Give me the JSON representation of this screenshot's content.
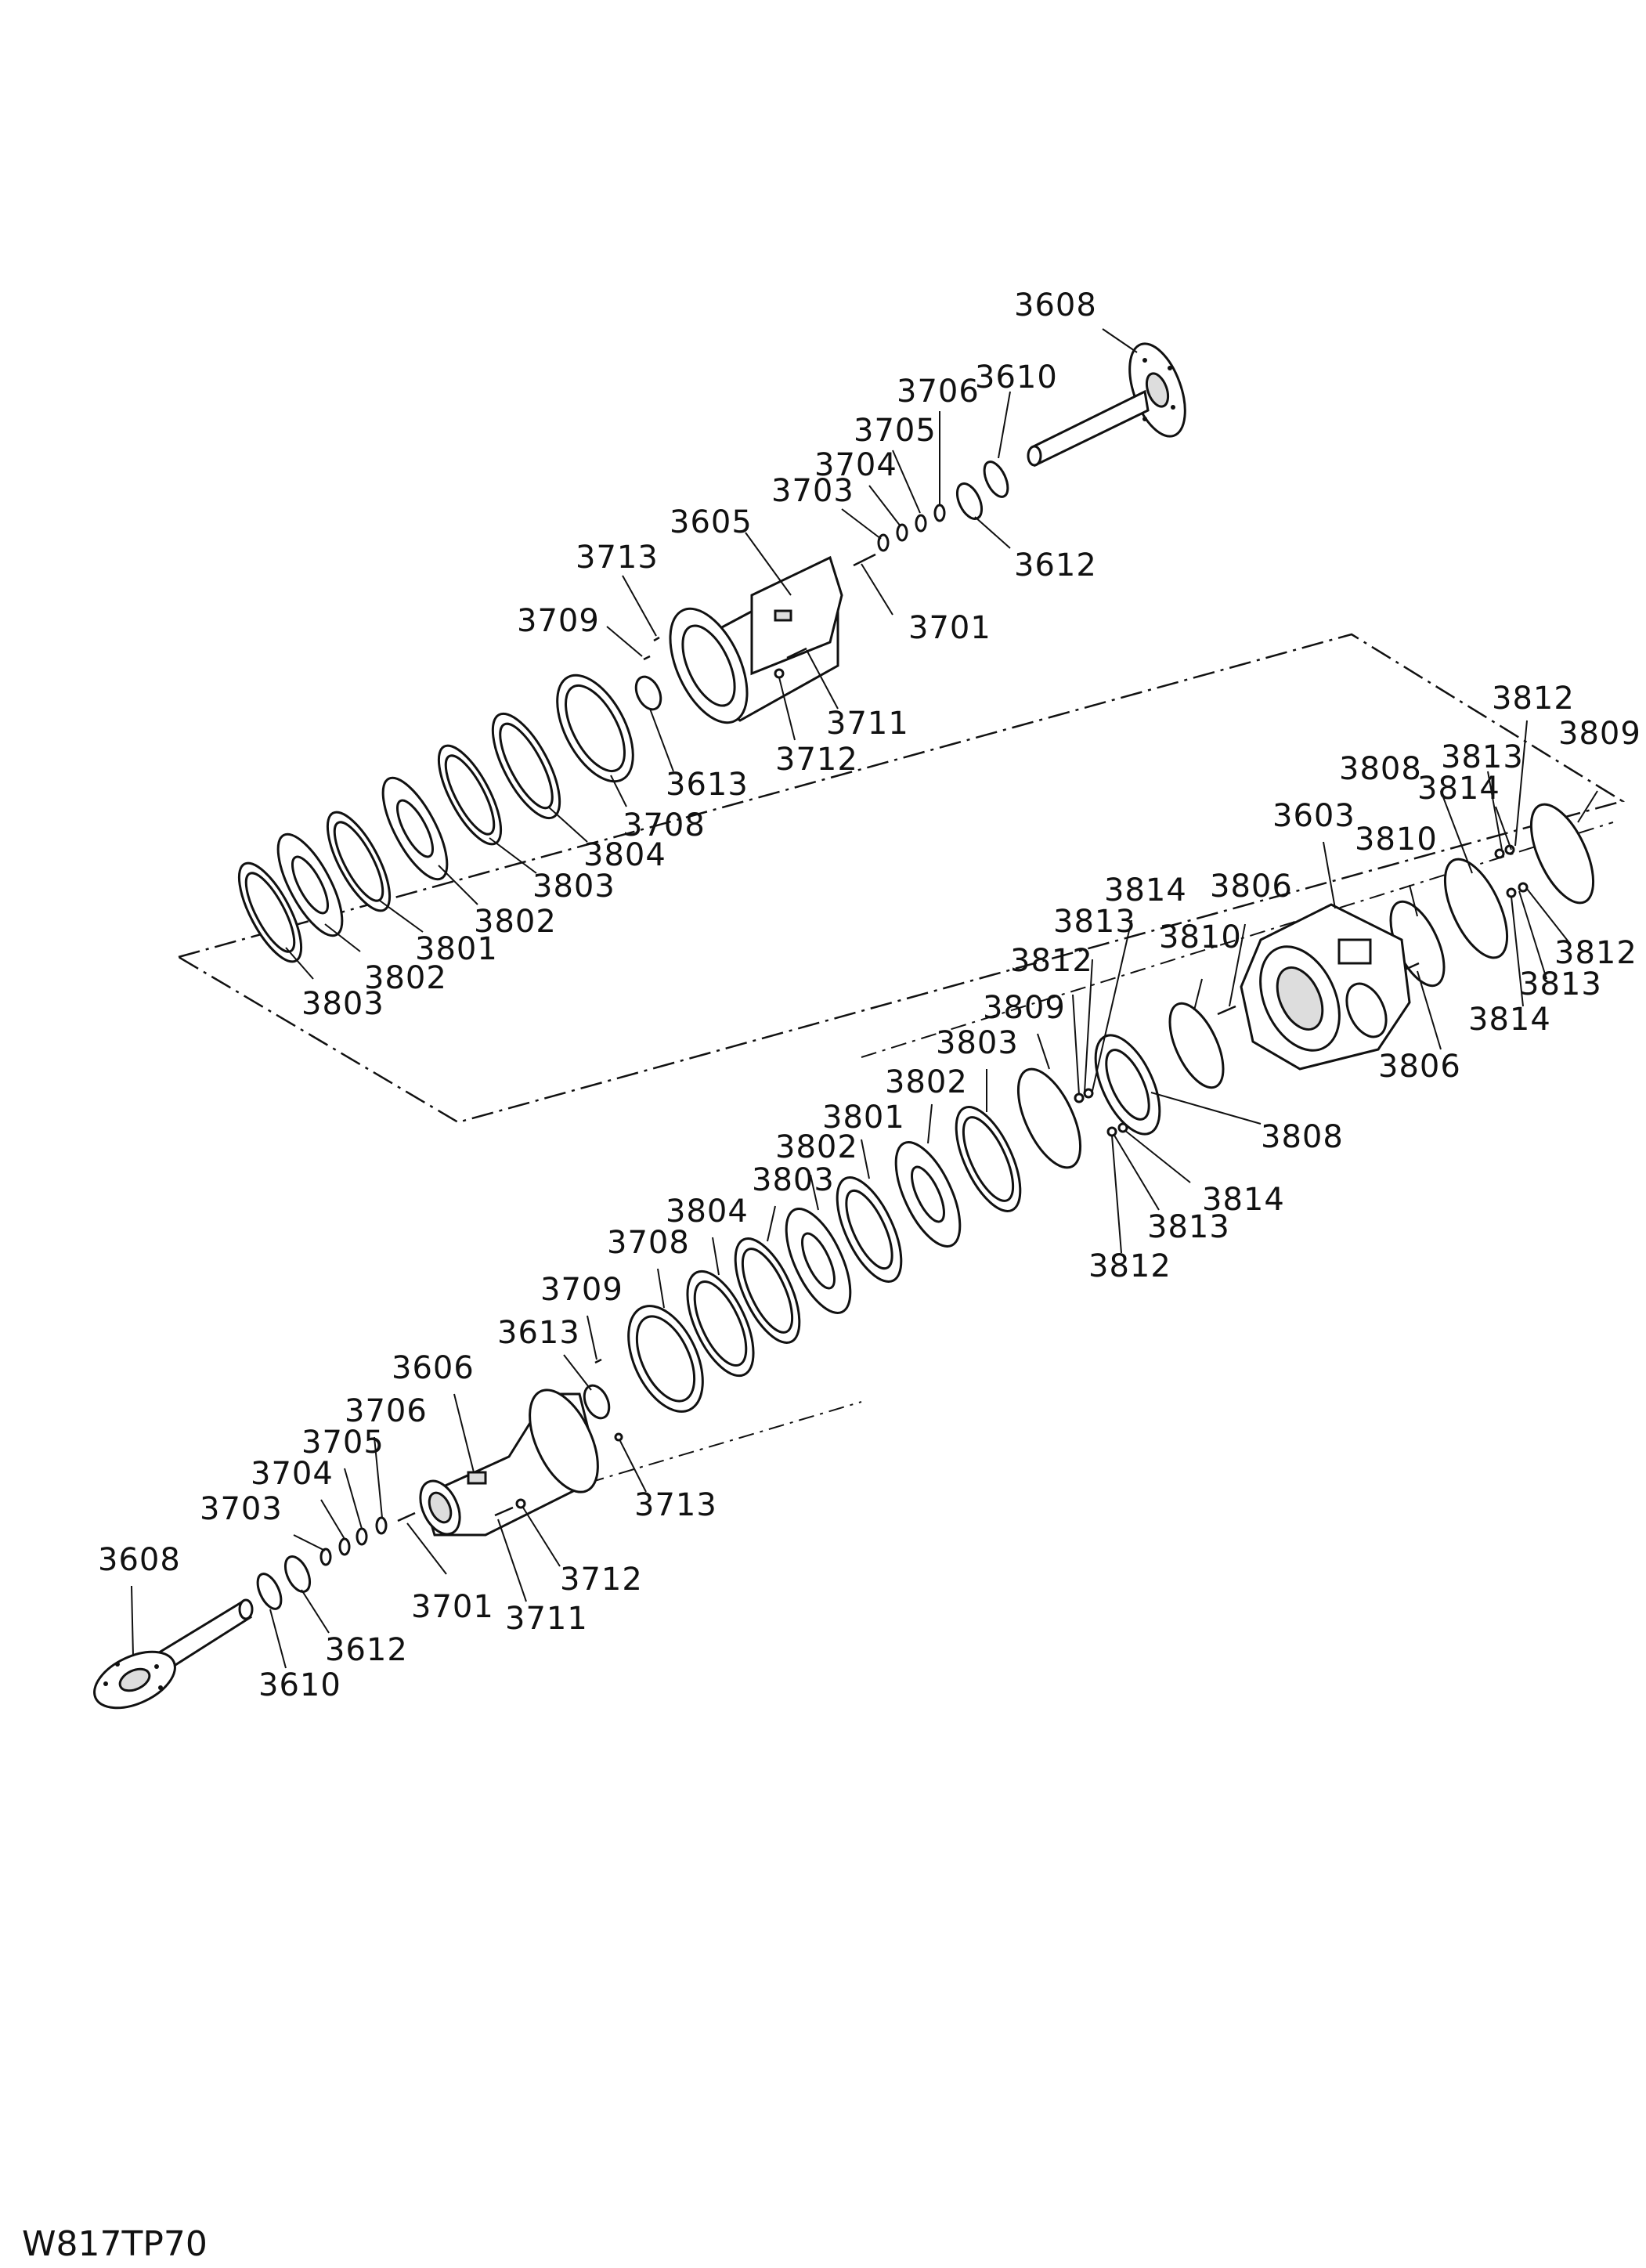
{
  "drawing_code": "W817TP70",
  "callouts": {
    "c3608_top": "3608",
    "c3610_top": "3610",
    "c3706_top": "3706",
    "c3705_top": "3705",
    "c3704_top": "3704",
    "c3703_top": "3703",
    "c3612_top": "3612",
    "c3605": "3605",
    "c3713_top": "3713",
    "c3709_top": "3709",
    "c3701_top": "3701",
    "c3711_top": "3711",
    "c3712_top": "3712",
    "c3613_top": "3613",
    "c3708_top": "3708",
    "c3804_top": "3804",
    "c3803_top_a": "3803",
    "c3802_top_a": "3802",
    "c3801_top": "3801",
    "c3802_top_b": "3802",
    "c3803_top_b": "3803",
    "c3812_r1": "3812",
    "c3809_r": "3809",
    "c3813_r1": "3813",
    "c3808_r": "3808",
    "c3814_r1": "3814",
    "c3603": "3603",
    "c3810_r": "3810",
    "c3806_m": "3806",
    "c3814_m": "3814",
    "c3813_m": "3813",
    "c3812_m": "3812",
    "c3810_m": "3810",
    "c3812_r2": "3812",
    "c3813_r2": "3813",
    "c3814_r2": "3814",
    "c3806_r": "3806",
    "c3809_m": "3809",
    "c3803_m": "3803",
    "c3802_m": "3802",
    "c3801_m": "3801",
    "c3808_m": "3808",
    "c3814_b": "3814",
    "c3813_b": "3813",
    "c3812_b": "3812",
    "c3803_l": "3803",
    "c3804_l": "3804",
    "c3802_l": "3802",
    "c3708_l": "3708",
    "c3709_l": "3709",
    "c3613_l": "3613",
    "c3606": "3606",
    "c3713_l": "3713",
    "c3706_l": "3706",
    "c3705_l": "3705",
    "c3704_l": "3704",
    "c3703_l": "3703",
    "c3712_l": "3712",
    "c3711_l": "3711",
    "c3701_l": "3701",
    "c3608_l": "3608",
    "c3612_l": "3612",
    "c3610_l": "3610"
  }
}
